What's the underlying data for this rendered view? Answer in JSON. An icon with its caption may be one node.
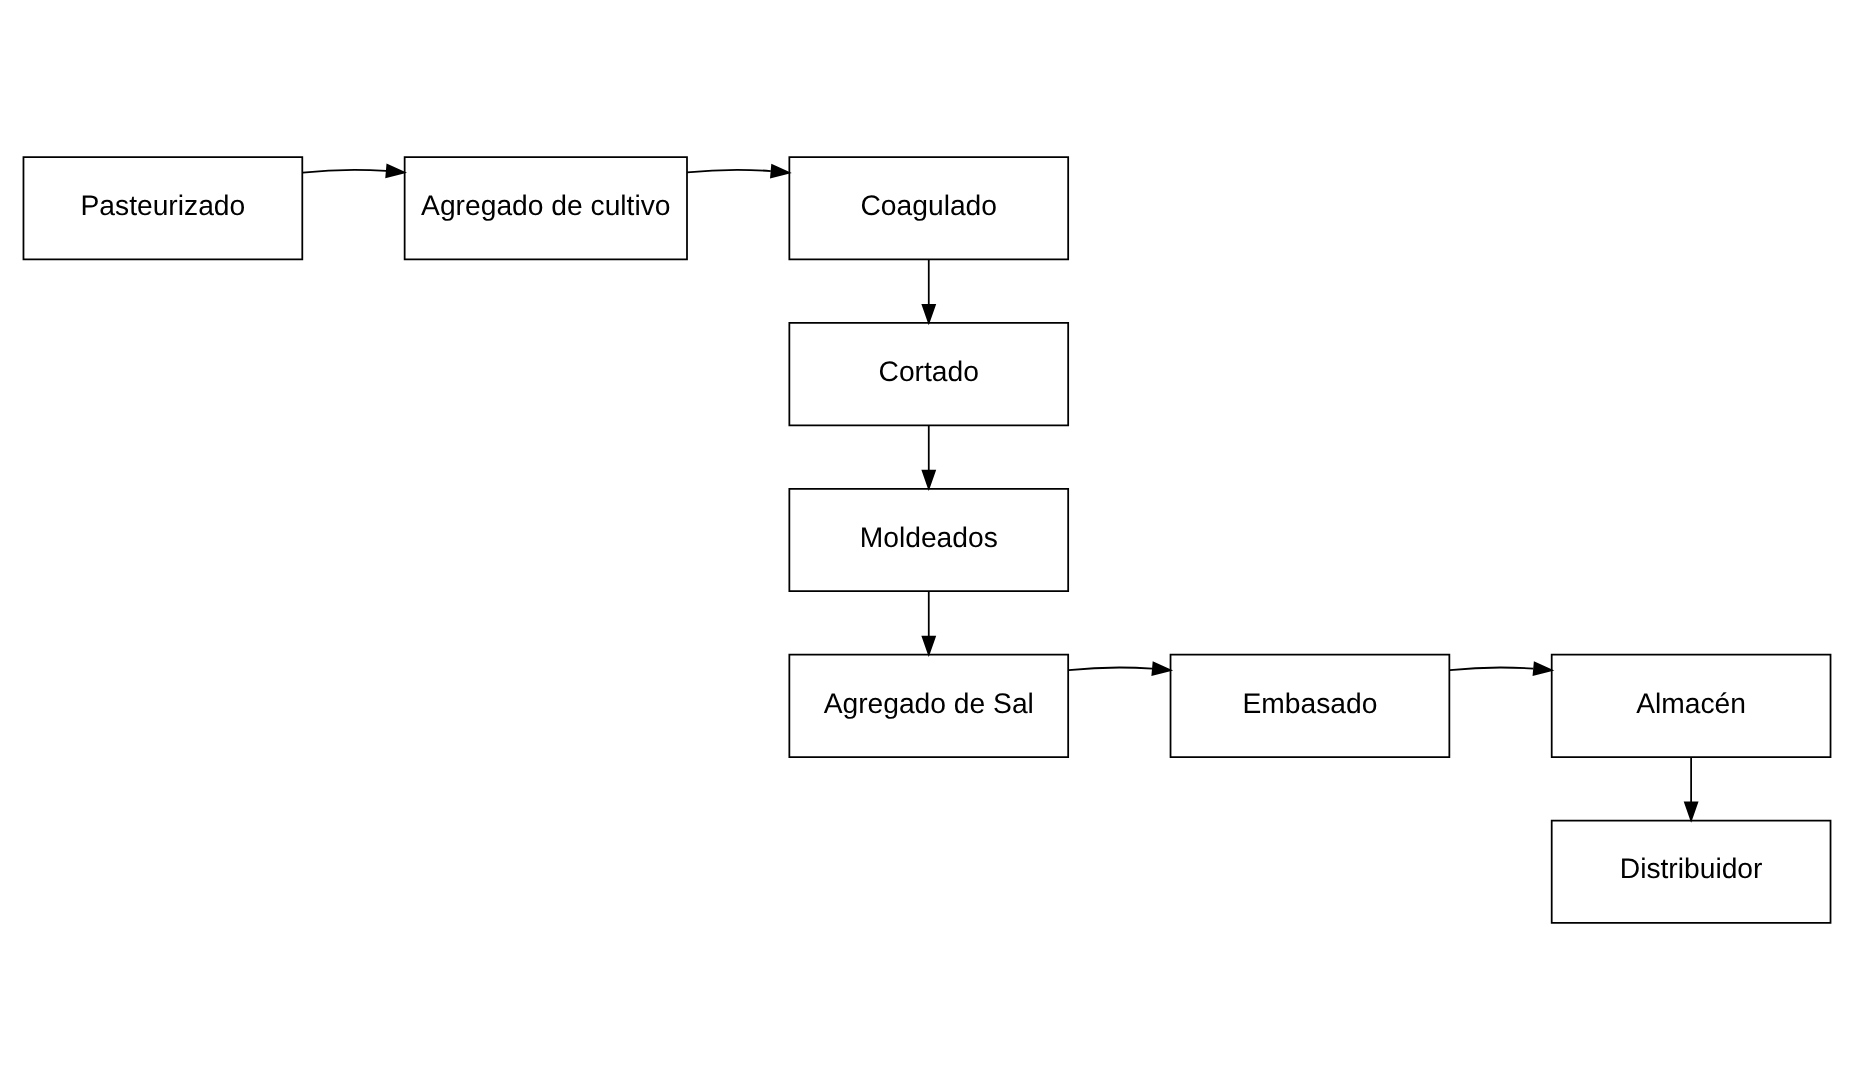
{
  "diagram": {
    "nodes": [
      {
        "text": [
          "Pasteurizado"
        ]
      },
      {
        "text": [
          "Agregado de cultivo"
        ]
      },
      {
        "text": [
          "Coagulado"
        ]
      },
      {
        "text": [
          "Cortado"
        ]
      },
      {
        "text": [
          "Moldeados"
        ]
      },
      {
        "text": [
          "Agregado de Sal"
        ]
      },
      {
        "text": [
          "Embasado"
        ]
      },
      {
        "text": [
          "Almacén"
        ]
      },
      {
        "text": [
          "Distribuidor"
        ]
      }
    ],
    "edges": [
      {
        "from": 0,
        "to": 1,
        "arrow": "to"
      },
      {
        "from": 1,
        "to": 2,
        "arrow": "to"
      },
      {
        "from": 2,
        "to": 3,
        "arrow": "to"
      },
      {
        "from": 3,
        "to": 4,
        "arrow": "to"
      },
      {
        "from": 4,
        "to": 5,
        "arrow": "to"
      },
      {
        "from": 5,
        "to": 6,
        "arrow": "to"
      },
      {
        "from": 6,
        "to": 7,
        "arrow": "to"
      },
      {
        "from": 7,
        "to": 8,
        "arrow": "to"
      }
    ]
  }
}
